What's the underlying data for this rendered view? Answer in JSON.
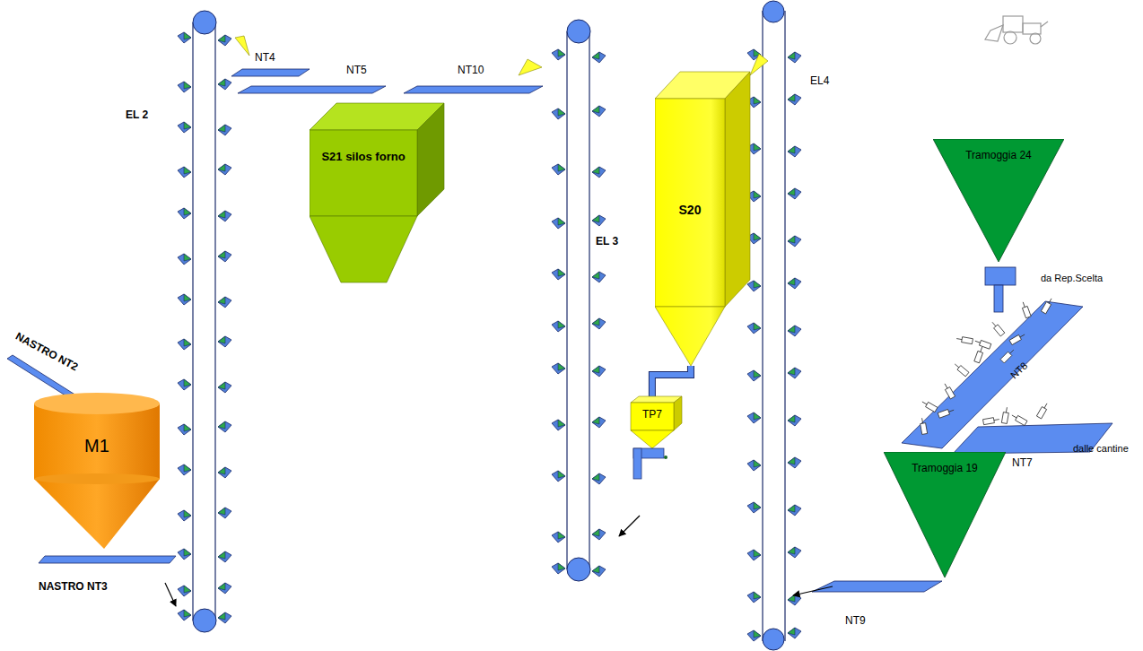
{
  "diagram": {
    "nodes": [
      {
        "text": [
          "M1"
        ]
      },
      {
        "text": [
          "S21 silos forno"
        ]
      },
      {
        "text": [
          "S20"
        ]
      },
      {
        "text": [
          "TP7"
        ]
      },
      {
        "text": [
          "Tramoggia 24"
        ]
      },
      {
        "text": [
          "Tramoggia 19"
        ]
      }
    ],
    "edges": [
      {
        "from": 2,
        "to": 3,
        "arrow": "none"
      }
    ],
    "labels": [
      "NASTRO NT2",
      "EL 2",
      "NT4",
      "NT5",
      "NT10",
      "EL 3",
      "EL4",
      "da Rep.Scelta",
      "NT8",
      "dalle cantine",
      "NT7",
      "NT9",
      "NASTRO NT3"
    ]
  }
}
